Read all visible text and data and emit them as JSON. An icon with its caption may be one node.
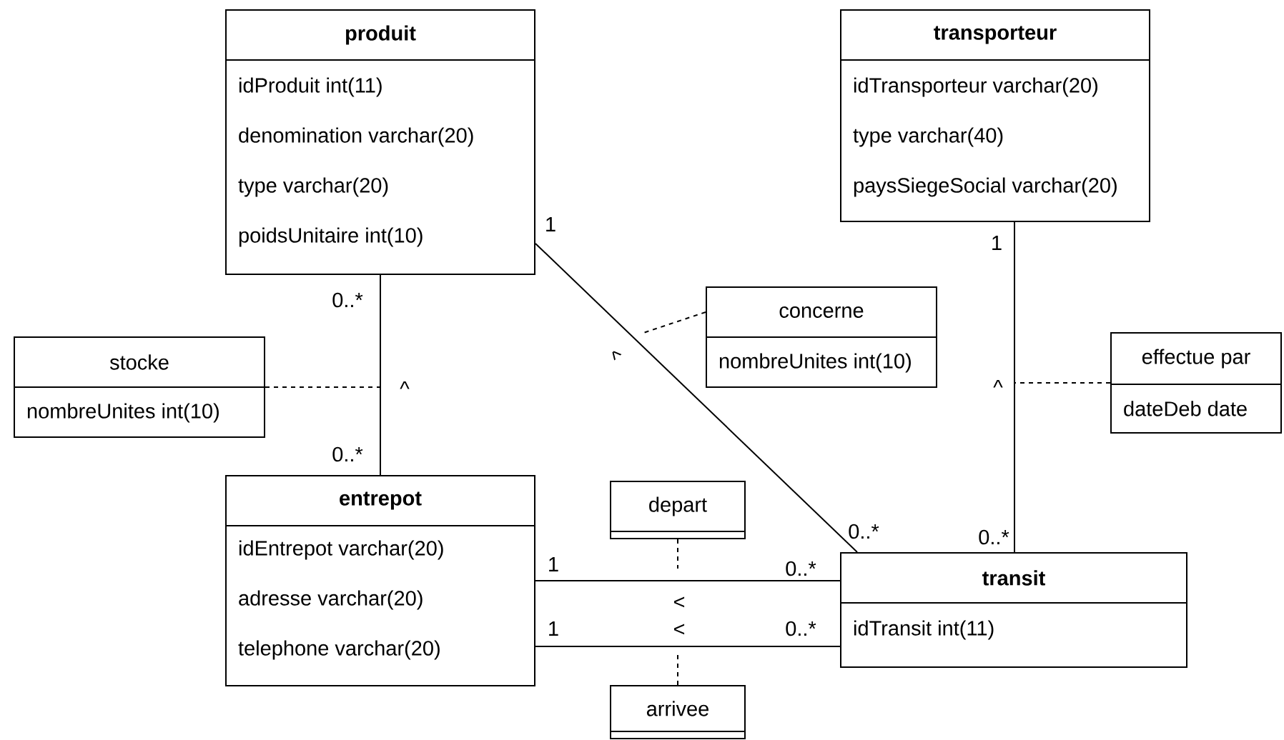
{
  "diagram": {
    "nodes": [
      {
        "text": [
          "produit",
          "idProduit int(11)",
          "denomination varchar(20)",
          "type varchar(20)",
          "poidsUnitaire int(10)"
        ]
      },
      {
        "text": [
          "transporteur",
          "idTransporteur varchar(20)",
          "type varchar(40)",
          "paysSiegeSocial varchar(20)"
        ]
      },
      {
        "text": [
          "concerne",
          "nombreUnites int(10)"
        ]
      },
      {
        "text": [
          "stocke",
          "nombreUnites int(10)"
        ]
      },
      {
        "text": [
          "effectue par",
          "dateDeb date"
        ]
      },
      {
        "text": [
          "depart"
        ]
      },
      {
        "text": [
          "entrepot",
          "idEntrepot varchar(20)",
          "adresse varchar(20)",
          "telephone varchar(20)"
        ]
      },
      {
        "text": [
          "transit",
          "idTransit int(11)"
        ]
      },
      {
        "text": [
          "arrivee"
        ]
      }
    ],
    "edges": [
      {
        "from": 0,
        "to": 6,
        "arrow": "none"
      },
      {
        "from": 0,
        "to": 7,
        "arrow": "none"
      },
      {
        "from": 1,
        "to": 7,
        "arrow": "none"
      },
      {
        "from": 6,
        "to": 7,
        "arrow": "none"
      },
      {
        "from": 6,
        "to": 7,
        "arrow": "none"
      },
      {
        "from": 3,
        "to": null,
        "arrow": "none",
        "style": "dashed"
      },
      {
        "from": 2,
        "to": null,
        "arrow": "none",
        "style": "dashed"
      },
      {
        "from": 4,
        "to": null,
        "arrow": "none",
        "style": "dashed"
      },
      {
        "from": 5,
        "to": null,
        "arrow": "none",
        "style": "dashed"
      },
      {
        "from": 8,
        "to": null,
        "arrow": "none",
        "style": "dashed"
      }
    ],
    "labels": [
      "1",
      "1",
      "0..*",
      "^",
      "^",
      "^",
      "0..*",
      "0..*",
      "0..*",
      "1",
      "0..*",
      "<",
      "1",
      "<",
      "0..*"
    ]
  }
}
